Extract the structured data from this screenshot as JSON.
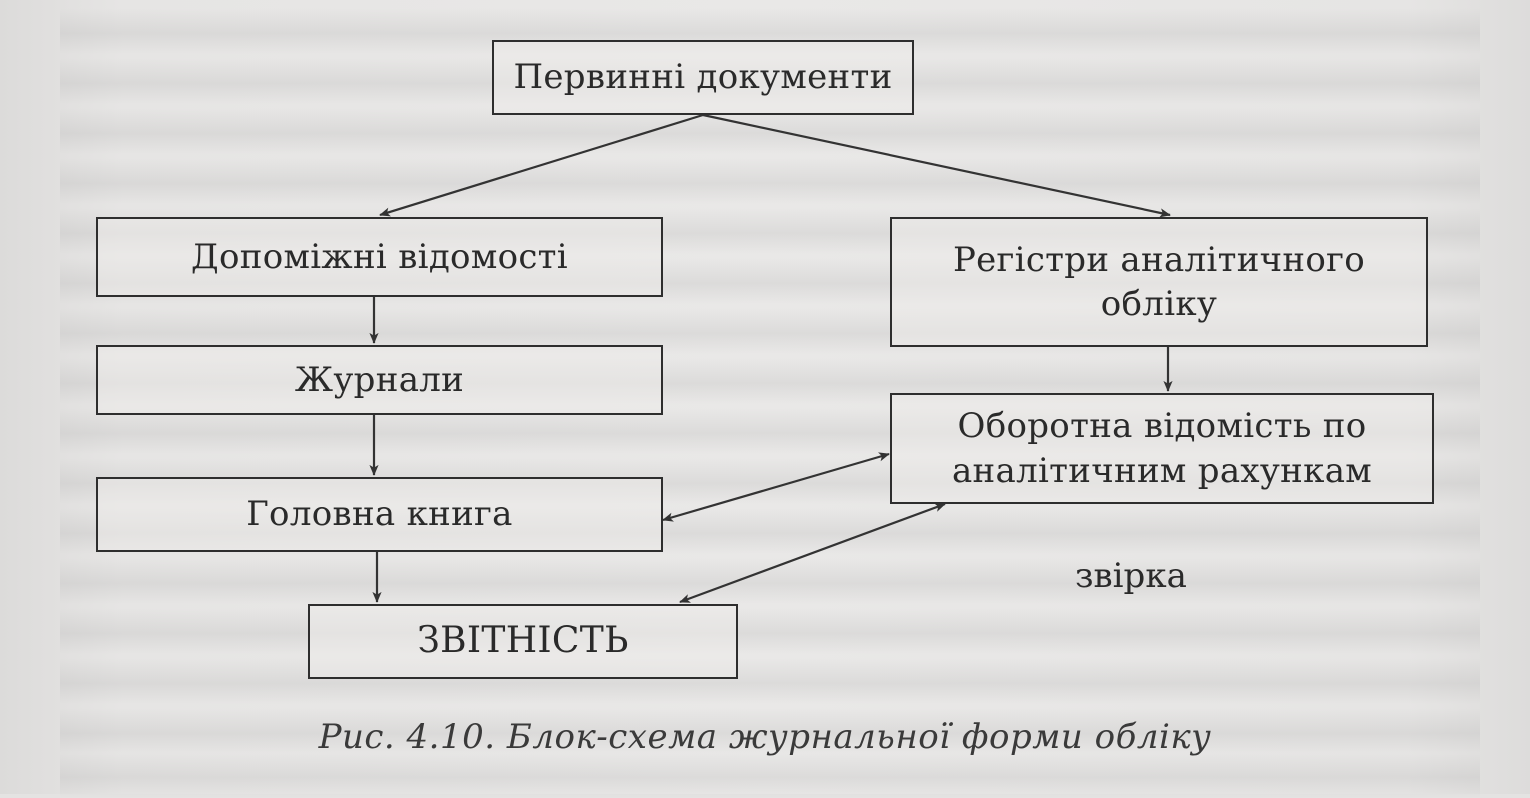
{
  "diagram": {
    "nodes": {
      "primary_docs": "Первинні документи",
      "aux_statements": "Допоміжні відомості",
      "analytic_registers": "Регістри аналітичного обліку",
      "journals": "Журнали",
      "turnover_statement": "Оборотна відомість по аналітичним рахункам",
      "general_ledger": "Головна книга",
      "reporting": "ЗВІТНІСТЬ"
    },
    "edge_label_reconciliation": "звірка",
    "edges": [
      {
        "from": "primary_docs",
        "to": "aux_statements",
        "direction": "forward"
      },
      {
        "from": "primary_docs",
        "to": "analytic_registers",
        "direction": "forward"
      },
      {
        "from": "aux_statements",
        "to": "journals",
        "direction": "forward"
      },
      {
        "from": "journals",
        "to": "general_ledger",
        "direction": "forward"
      },
      {
        "from": "general_ledger",
        "to": "reporting",
        "direction": "forward"
      },
      {
        "from": "analytic_registers",
        "to": "turnover_statement",
        "direction": "forward"
      },
      {
        "from": "turnover_statement",
        "to": "general_ledger",
        "direction": "both"
      },
      {
        "from": "turnover_statement",
        "to": "reporting",
        "direction": "both"
      }
    ]
  },
  "caption": "Рис. 4.10. Блок-схема журнальної форми обліку"
}
